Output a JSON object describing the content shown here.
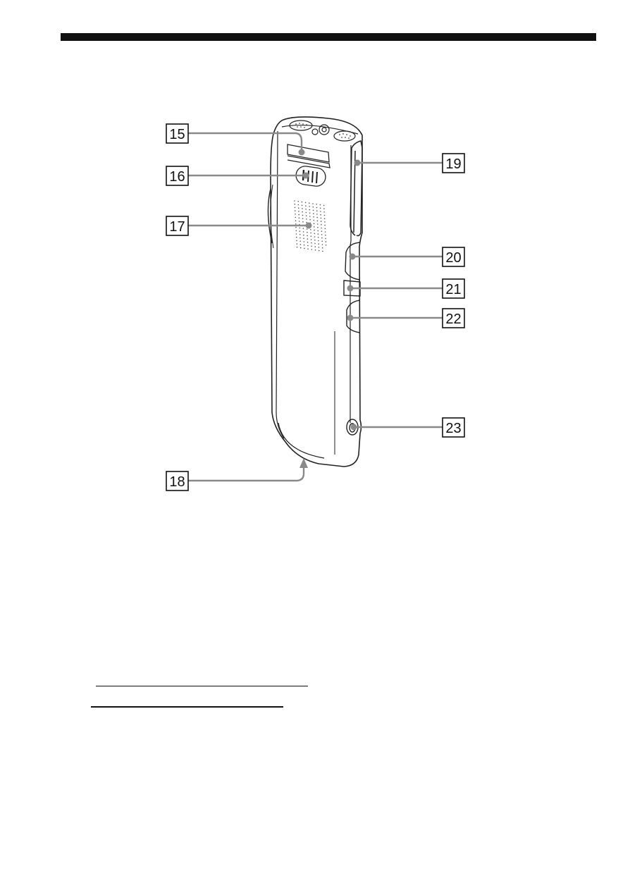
{
  "figure": {
    "callouts": [
      "15",
      "16",
      "17",
      "18",
      "19",
      "20",
      "21",
      "22",
      "23"
    ]
  },
  "colors": {
    "ink": "#111111",
    "leader": "#8a8a8a",
    "background": "#ffffff"
  }
}
